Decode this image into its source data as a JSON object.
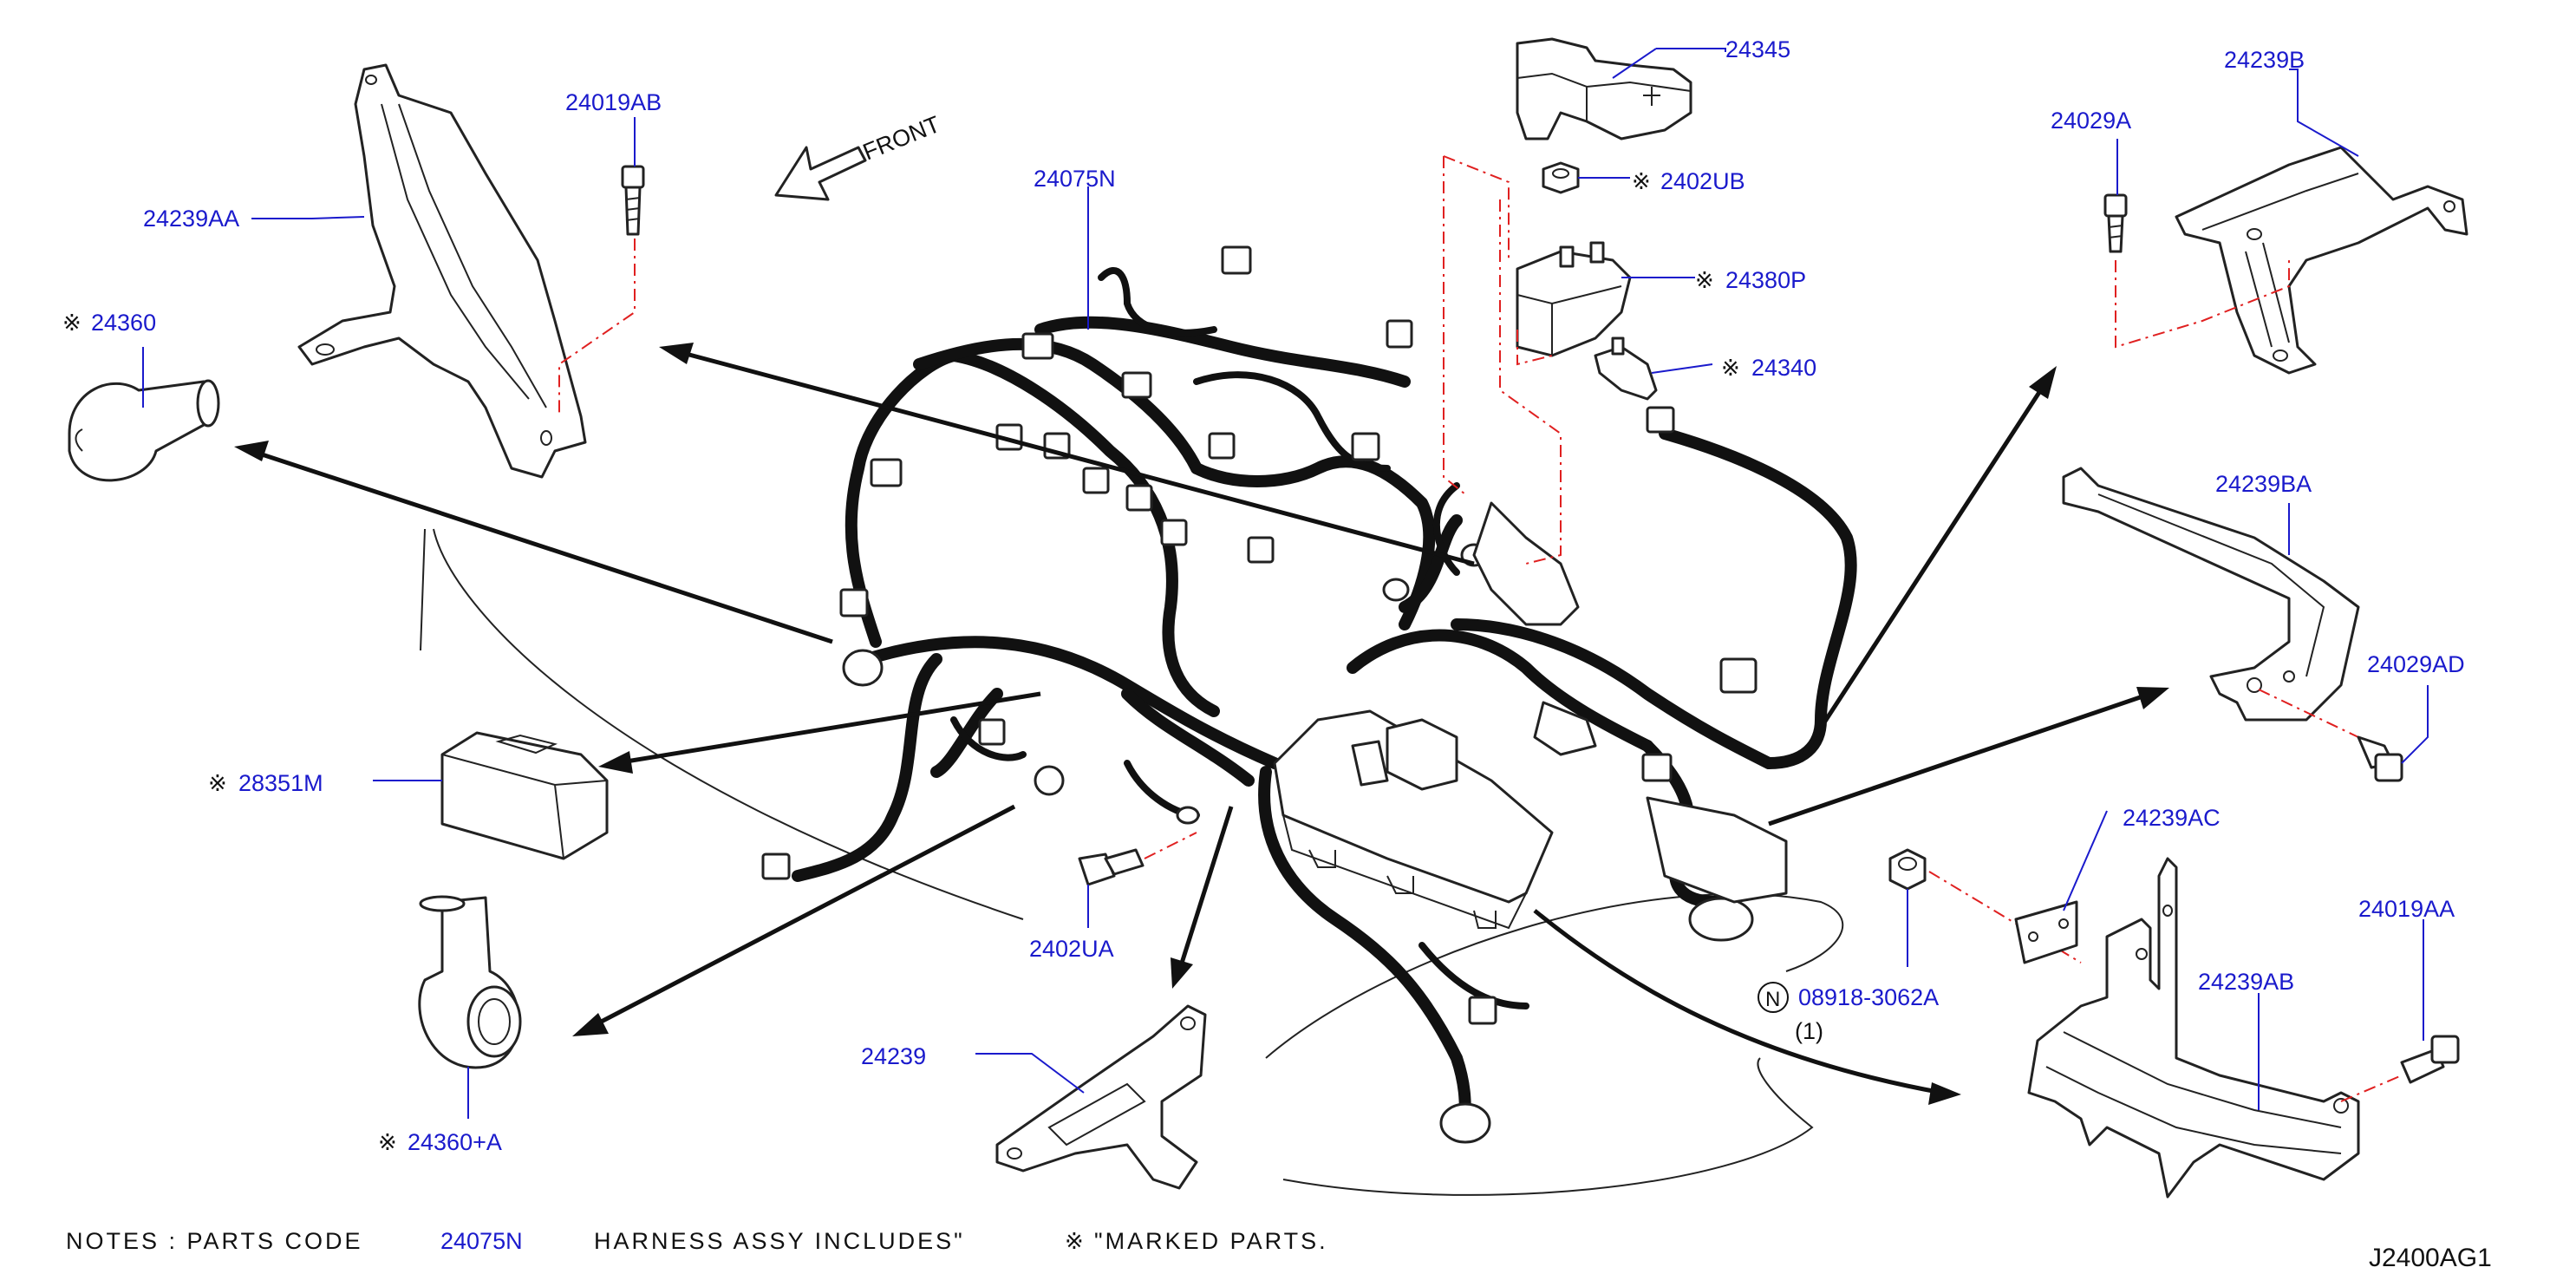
{
  "labels": {
    "p24345": "24345",
    "p24239B": "24239B",
    "p24019AB": "24019AB",
    "p24239AA": "24239AA",
    "p24360": "24360",
    "p24075N": "24075N",
    "p2402UB": "2402UB",
    "p24029A": "24029A",
    "p24380P": "24380P",
    "p24340": "24340",
    "p24239BA": "24239BA",
    "p24029AD": "24029AD",
    "p28351M": "28351M",
    "p24239AC": "24239AC",
    "p24019AA": "24019AA",
    "p2402UA": "2402UA",
    "p08918": "08918-3062A",
    "p08918_qty": "(1)",
    "p24239AB": "24239AB",
    "p24239": "24239",
    "p24360A": "24360+A"
  },
  "marker_symbol": "※",
  "n_symbol": "N",
  "front_label": "FRONT",
  "notes": {
    "prefix": "NOTES  :  PARTS  CODE",
    "code": "24075N",
    "middle": "HARNESS  ASSY  INCLUDES\"",
    "suffix": "\"MARKED  PARTS."
  },
  "diagram_code": "J2400AG1",
  "colors": {
    "label_blue": "#1a1acc",
    "guide_red": "#e02020",
    "ink": "#111111"
  }
}
